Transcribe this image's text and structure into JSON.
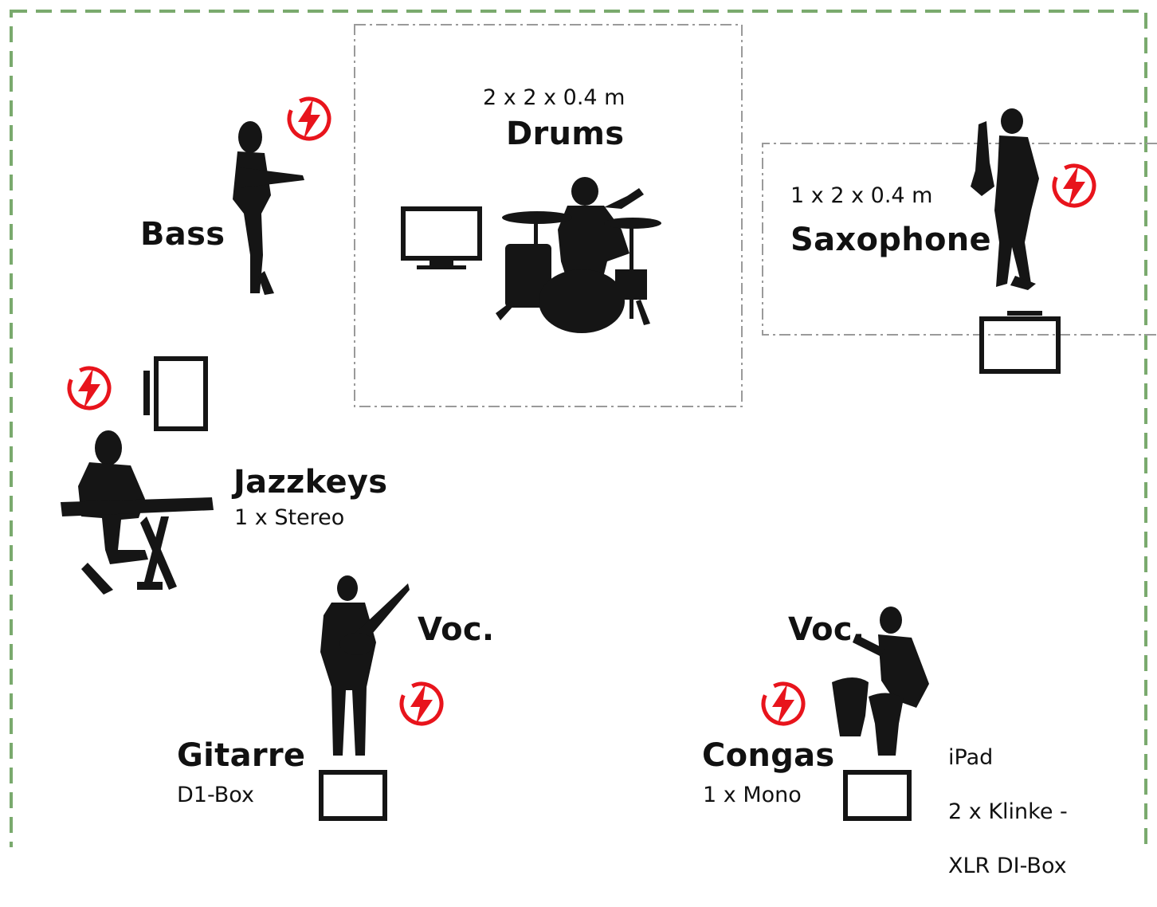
{
  "stage_plan": {
    "drums": {
      "dimensions": "2 x 2 x 0.4 m",
      "name": "Drums"
    },
    "saxophone": {
      "dimensions": "1 x 2 x 0.4 m",
      "name": "Saxophone"
    },
    "bass": {
      "name": "Bass"
    },
    "jazzkeys": {
      "name": "Jazzkeys",
      "detail": "1 x Stereo"
    },
    "gitarre": {
      "name": "Gitarre",
      "detail": "D1-Box",
      "vocal": "Voc."
    },
    "congas": {
      "name": "Congas",
      "detail": "1 x Mono",
      "vocal": "Voc."
    },
    "ipad_note": {
      "line1": "iPad",
      "line2": "2 x Klinke -",
      "line3": "XLR DI-Box"
    }
  },
  "colors": {
    "border": "#7aaa6e",
    "riser": "#9a9a9a",
    "power": "#e8141c",
    "silhouette": "#151515"
  },
  "icons": {
    "power": "power-lightning-icon",
    "monitor": "monitor-icon",
    "wedge": "wedge-monitor-icon"
  }
}
